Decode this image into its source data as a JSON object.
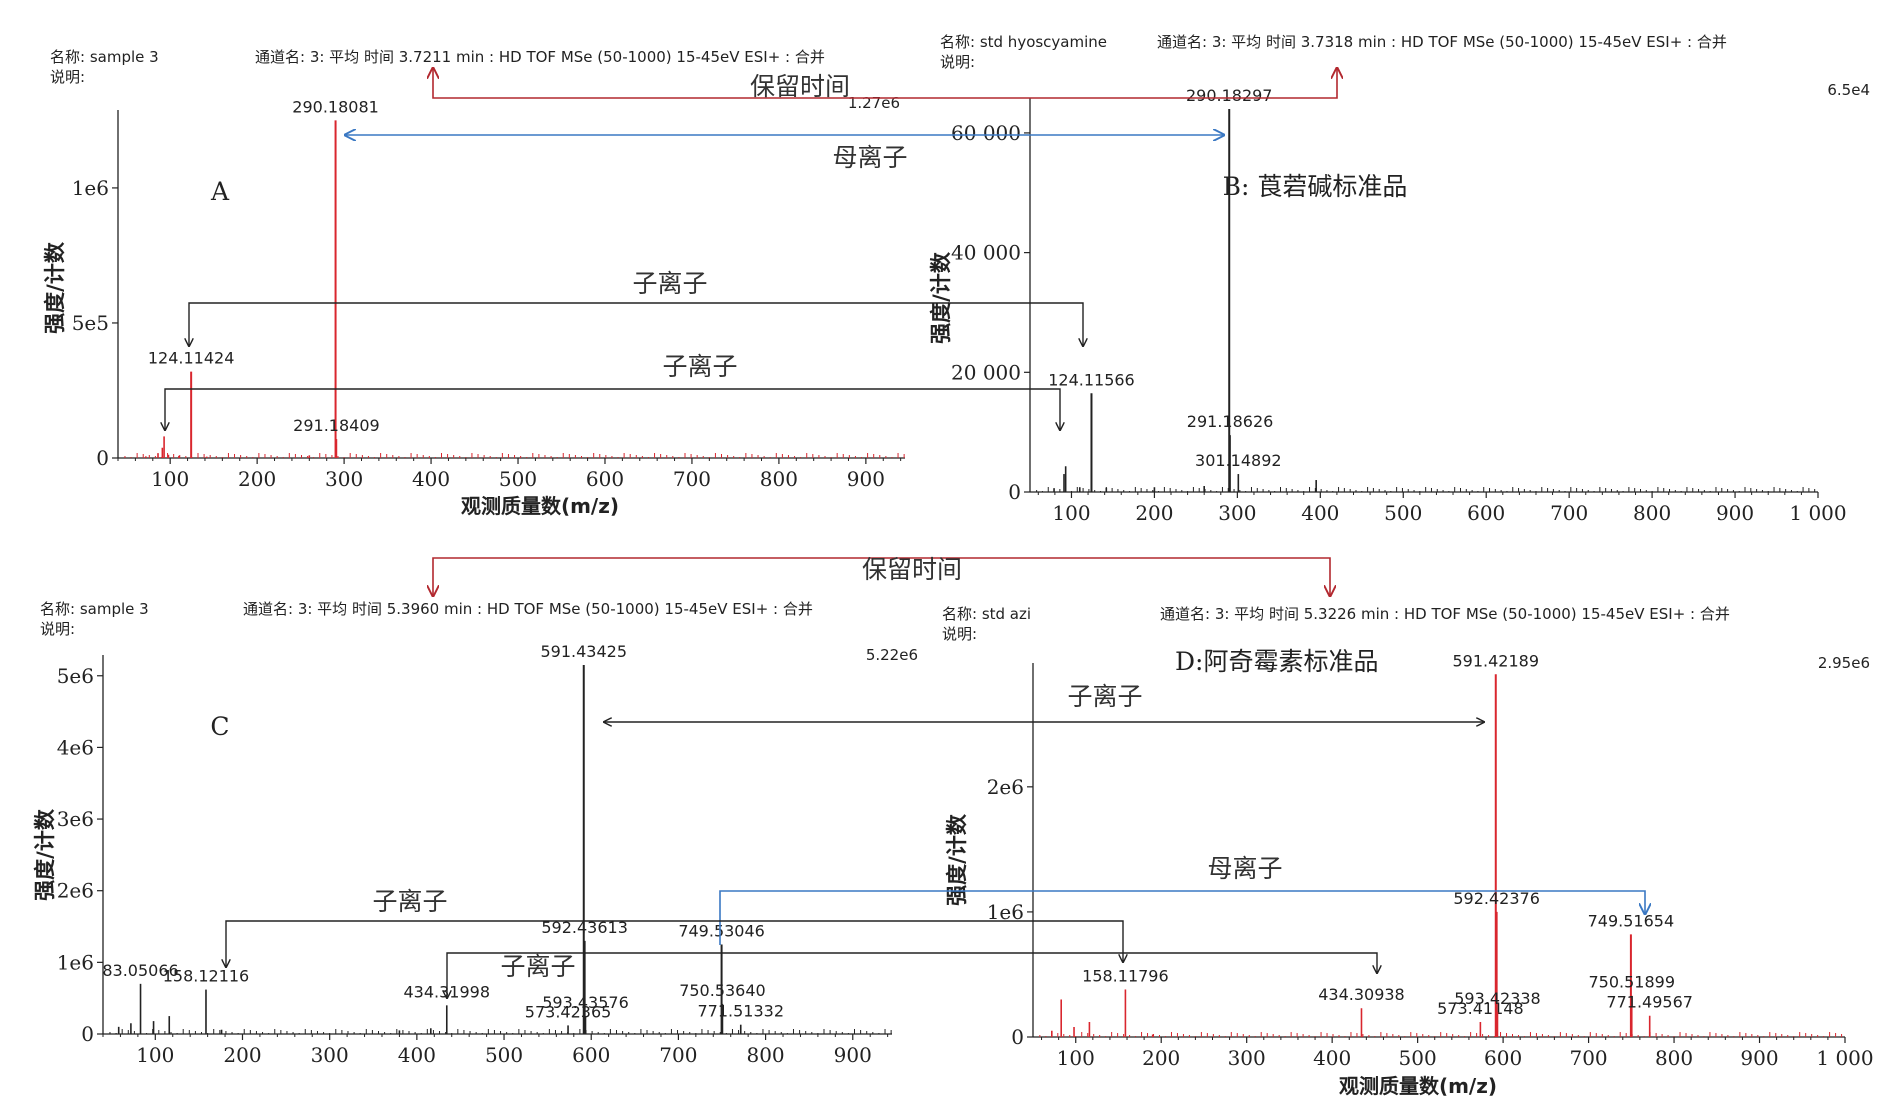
{
  "chart_data": [
    {
      "id": "A",
      "type": "bar",
      "color": "#d9262e",
      "panel_label": "A",
      "name_label": "名称: sample 3",
      "desc_label": "说明:",
      "channel": "通道名: 3: 平均 时间 3.7211 min : HD TOF MSe (50-1000) 15-45eV ESI+ : 合并",
      "max_intensity_label": "1.27e6",
      "xlabel": "观测质量数(m/z)",
      "ylabel": "强度/计数",
      "xlim": [
        40,
        945
      ],
      "ylim": [
        0,
        1270000
      ],
      "x_ticks": [
        100,
        200,
        300,
        400,
        500,
        600,
        700,
        800,
        900
      ],
      "x_tick_labels": [
        "100",
        "200",
        "300",
        "400",
        "500",
        "600",
        "700",
        "800",
        "900"
      ],
      "y_ticks": [
        0,
        500000,
        1000000
      ],
      "y_tick_labels": [
        "0",
        "5e5",
        "1e6"
      ],
      "peaks": [
        {
          "mz": 72,
          "intensity": 6000
        },
        {
          "mz": 86,
          "intensity": 18000
        },
        {
          "mz": 91,
          "intensity": 38000
        },
        {
          "mz": 93,
          "intensity": 80000
        },
        {
          "mz": 98,
          "intensity": 12000
        },
        {
          "mz": 110,
          "intensity": 8000
        },
        {
          "mz": 124.11424,
          "intensity": 320000,
          "label": "124.11424"
        },
        {
          "mz": 142,
          "intensity": 5000
        },
        {
          "mz": 260,
          "intensity": 10000
        },
        {
          "mz": 290.18081,
          "intensity": 1250000,
          "label": "290.18081"
        },
        {
          "mz": 291.18409,
          "intensity": 70000,
          "label": "291.18409"
        }
      ]
    },
    {
      "id": "B",
      "type": "bar",
      "color": "#222222",
      "panel_label": "B: 莨菪碱标准品",
      "name_label": "名称: std hyoscyamine",
      "desc_label": "说明:",
      "channel": "通道名: 3: 平均 时间 3.7318 min : HD TOF MSe (50-1000) 15-45eV ESI+ : 合并",
      "max_intensity_label": "6.5e4",
      "xlabel": "",
      "ylabel": "强度/计数",
      "xlim": [
        50,
        1000
      ],
      "ylim": [
        0,
        65000
      ],
      "x_ticks": [
        100,
        200,
        300,
        400,
        500,
        600,
        700,
        800,
        900,
        1000
      ],
      "x_tick_labels": [
        "100",
        "200",
        "300",
        "400",
        "500",
        "600",
        "700",
        "800",
        "900",
        "1 000"
      ],
      "y_ticks": [
        0,
        20000,
        40000,
        60000
      ],
      "y_tick_labels": [
        "0",
        "20 000",
        "40 000",
        "60 000"
      ],
      "peaks": [
        {
          "mz": 79,
          "intensity": 600
        },
        {
          "mz": 91,
          "intensity": 3000
        },
        {
          "mz": 93,
          "intensity": 4300
        },
        {
          "mz": 110,
          "intensity": 800
        },
        {
          "mz": 124.11566,
          "intensity": 16500,
          "label": "124.11566"
        },
        {
          "mz": 142,
          "intensity": 700
        },
        {
          "mz": 200,
          "intensity": 800
        },
        {
          "mz": 260,
          "intensity": 1000
        },
        {
          "mz": 290.18297,
          "intensity": 64000,
          "label": "290.18297"
        },
        {
          "mz": 291.18626,
          "intensity": 9500,
          "label": "291.18626"
        },
        {
          "mz": 301.14892,
          "intensity": 3000,
          "label": "301.14892"
        },
        {
          "mz": 395,
          "intensity": 2000
        }
      ]
    },
    {
      "id": "C",
      "type": "bar",
      "color": "#222222",
      "panel_label": "C",
      "name_label": "名称: sample 3",
      "desc_label": "说明:",
      "channel": "通道名: 3: 平均 时间 5.3960 min : HD TOF MSe (50-1000) 15-45eV ESI+ : 合并",
      "max_intensity_label": "5.22e6",
      "xlabel": "",
      "ylabel": "强度/计数",
      "xlim": [
        40,
        945
      ],
      "ylim": [
        0,
        5220000
      ],
      "x_ticks": [
        100,
        200,
        300,
        400,
        500,
        600,
        700,
        800,
        900
      ],
      "x_tick_labels": [
        "100",
        "200",
        "300",
        "400",
        "500",
        "600",
        "700",
        "800",
        "900"
      ],
      "y_ticks": [
        0,
        1000000,
        2000000,
        3000000,
        4000000,
        5000000
      ],
      "y_tick_labels": [
        "0",
        "1e6",
        "2e6",
        "3e6",
        "4e6",
        "5e6"
      ],
      "peaks": [
        {
          "mz": 58,
          "intensity": 100000
        },
        {
          "mz": 72,
          "intensity": 150000
        },
        {
          "mz": 83.05066,
          "intensity": 700000,
          "label": "83.05066"
        },
        {
          "mz": 98,
          "intensity": 180000
        },
        {
          "mz": 116,
          "intensity": 250000
        },
        {
          "mz": 158.12116,
          "intensity": 620000,
          "label": "158.12116"
        },
        {
          "mz": 176,
          "intensity": 60000
        },
        {
          "mz": 380,
          "intensity": 50000
        },
        {
          "mz": 416,
          "intensity": 80000
        },
        {
          "mz": 434.31998,
          "intensity": 400000,
          "label": "434.31998"
        },
        {
          "mz": 573.42365,
          "intensity": 120000,
          "label": "573.42365"
        },
        {
          "mz": 591.43425,
          "intensity": 5150000,
          "label": "591.43425"
        },
        {
          "mz": 592.43613,
          "intensity": 1300000,
          "label": "592.43613"
        },
        {
          "mz": 593.43576,
          "intensity": 250000,
          "label": "593.43576"
        },
        {
          "mz": 749.53046,
          "intensity": 1250000,
          "label": "749.53046"
        },
        {
          "mz": 750.5364,
          "intensity": 420000,
          "label": "750.53640"
        },
        {
          "mz": 771.51332,
          "intensity": 130000,
          "label": "771.51332"
        }
      ]
    },
    {
      "id": "D",
      "type": "bar",
      "color": "#d9262e",
      "panel_label": "D:阿奇霉素标准品",
      "name_label": "名称: std azi",
      "desc_label": "说明:",
      "channel": "通道名: 3: 平均 时间 5.3226 min : HD TOF MSe (50-1000) 15-45eV ESI+ : 合并",
      "max_intensity_label": "2.95e6",
      "xlabel": "观测质量数(m/z)",
      "ylabel": "强度/计数",
      "xlim": [
        50,
        1000
      ],
      "ylim": [
        0,
        2950000
      ],
      "x_ticks": [
        100,
        200,
        300,
        400,
        500,
        600,
        700,
        800,
        900,
        1000
      ],
      "x_tick_labels": [
        "100",
        "200",
        "300",
        "400",
        "500",
        "600",
        "700",
        "800",
        "900",
        "1 000"
      ],
      "y_ticks": [
        0,
        1000000,
        2000000
      ],
      "y_tick_labels": [
        "0",
        "1e6",
        "2e6"
      ],
      "peaks": [
        {
          "mz": 72,
          "intensity": 50000
        },
        {
          "mz": 83,
          "intensity": 300000
        },
        {
          "mz": 98,
          "intensity": 80000
        },
        {
          "mz": 116,
          "intensity": 120000
        },
        {
          "mz": 158.11796,
          "intensity": 380000,
          "label": "158.11796"
        },
        {
          "mz": 190,
          "intensity": 20000
        },
        {
          "mz": 434.30938,
          "intensity": 230000,
          "label": "434.30938"
        },
        {
          "mz": 573.41148,
          "intensity": 120000,
          "label": "573.41148"
        },
        {
          "mz": 591.42189,
          "intensity": 2900000,
          "label": "591.42189"
        },
        {
          "mz": 592.42376,
          "intensity": 1000000,
          "label": "592.42376"
        },
        {
          "mz": 593.42338,
          "intensity": 200000,
          "label": "593.42338"
        },
        {
          "mz": 749.51654,
          "intensity": 820000,
          "label": "749.51654"
        },
        {
          "mz": 750.51899,
          "intensity": 330000,
          "label": "750.51899"
        },
        {
          "mz": 771.49567,
          "intensity": 170000,
          "label": "771.49567"
        }
      ]
    }
  ],
  "annotations": {
    "retention_time": "保留时间",
    "precursor_ion": "母离子",
    "product_ion": "子离子"
  },
  "colors": {
    "red_arrow": "#b2282f",
    "blue_arrow": "#3a78c3",
    "black_arrow": "#222222"
  }
}
